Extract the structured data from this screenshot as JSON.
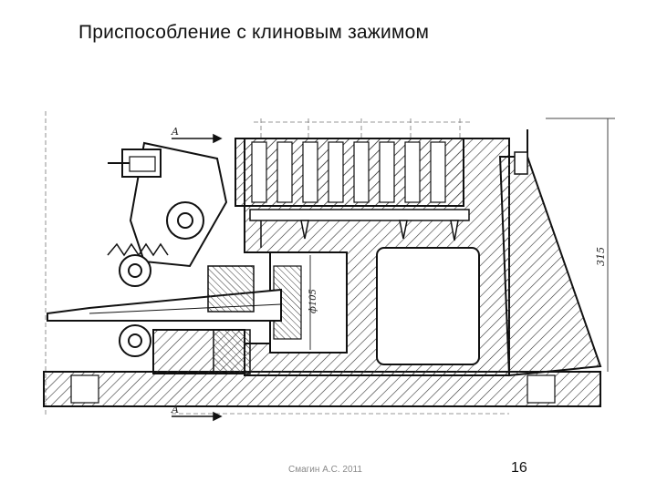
{
  "slide": {
    "title": "Приспособление с клиновым зажимом",
    "author": "Смагин А.С. 2011",
    "page_number": "16"
  },
  "drawing": {
    "section_label_top": "A",
    "section_label_bottom": "A",
    "diameter_label": "ф105",
    "height_dimension": "315"
  }
}
